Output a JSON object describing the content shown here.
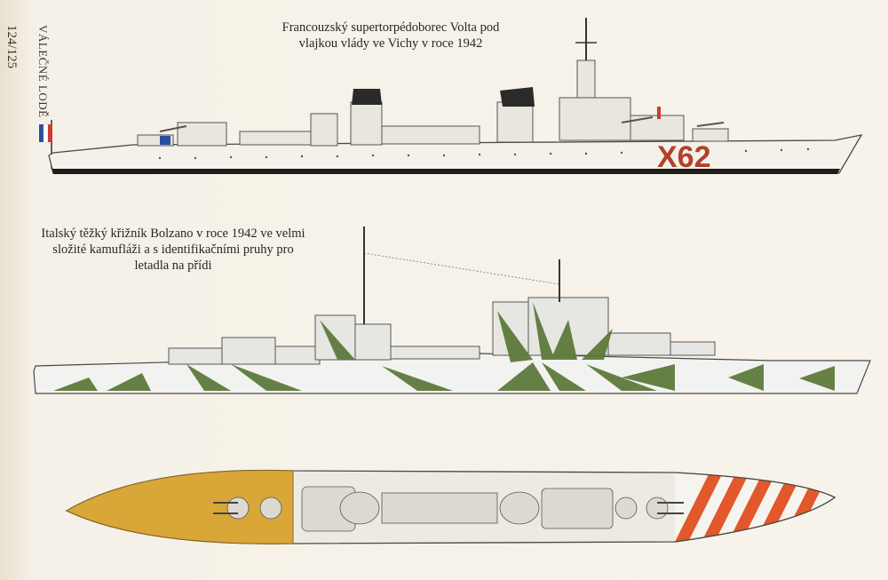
{
  "side": {
    "title": "VÁLEČNÉ LODĚ",
    "pages": "124/125"
  },
  "volta": {
    "caption_line1": "Francouzský supertorpédoborec Volta pod",
    "caption_line2": "vlajkou vlády ve Vichy v roce 1942",
    "hull_number": "X62",
    "hull_number_color": "#b5402a"
  },
  "bolzano": {
    "caption_line1": "Italský těžký křižník Bolzano v roce 1942 ve velmi",
    "caption_line2": "složité kamufláži a s identifikačními pruhy pro",
    "caption_line3": "letadla na přídi",
    "camo_color": "#5e7a3c",
    "deck_color": "#d9a638",
    "stripe_color": "#e2572b"
  }
}
